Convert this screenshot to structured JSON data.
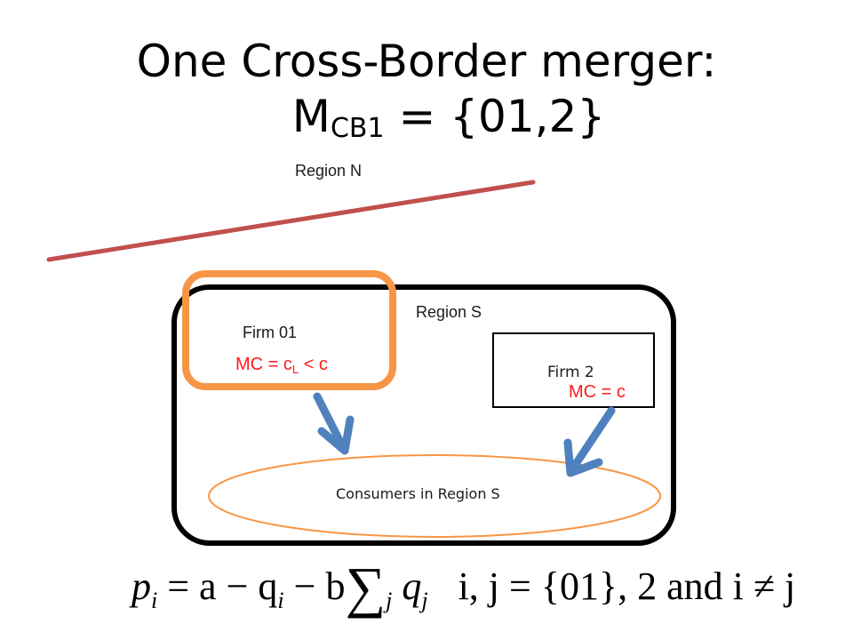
{
  "title": {
    "line1": "One Cross-Border merger:",
    "line2_base": "M",
    "line2_sub": "CB1",
    "line2_rest": " = {01,2}"
  },
  "labels": {
    "region_n": "Region N",
    "region_s": "Region S",
    "firm_01": "Firm 01",
    "firm_2": "Firm 2",
    "consumers": "Consumers in Region S"
  },
  "marginal_costs": {
    "firm_01_prefix": "MC = c",
    "firm_01_sub": "L",
    "firm_01_suffix": " < c",
    "firm_2": "MC = c"
  },
  "formula": {
    "lhs": "p",
    "lhs_sub": "i",
    "eq1": " = a − q",
    "q_sub": "i",
    "minus_b": " − b",
    "sum_sub": "j",
    "qj": "q",
    "qj_sub": "j",
    "index": "i, j = {01}, 2 and i ≠ j"
  },
  "colors": {
    "region_n_line": "#c0504d",
    "merger_box": "#f79646",
    "arrows": "#4f81bd",
    "consumers_ellipse": "#f79646",
    "mc_text": "#ff1a1a"
  }
}
